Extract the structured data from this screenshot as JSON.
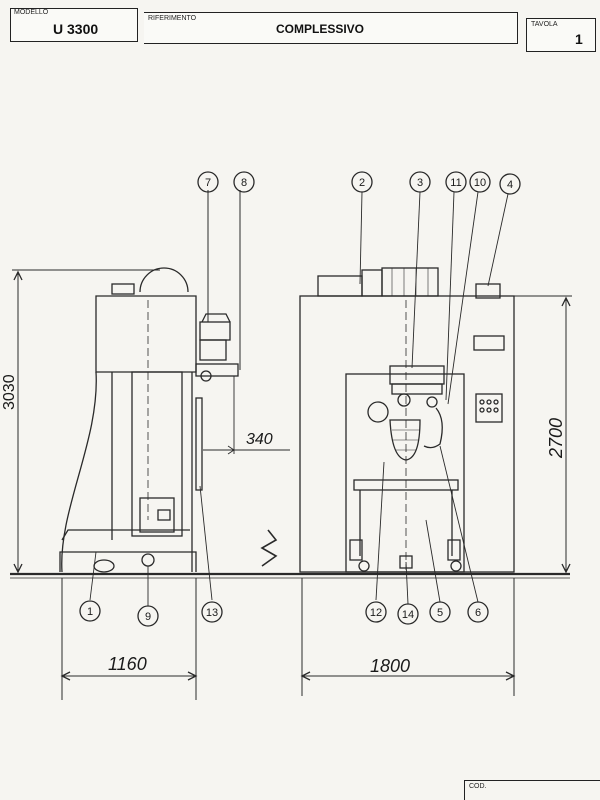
{
  "header": {
    "modello_label": "MODELLO",
    "modello_value": "U 3300",
    "riferimento_label": "RIFERIMENTO",
    "title": "COMPLESSIVO",
    "tavola_label": "TAVOLA",
    "tavola_value": "1"
  },
  "drawing": {
    "dim_height_left": "3030",
    "dim_height_right": "2700",
    "dim_offset": "340",
    "dim_width_left": "1160",
    "dim_width_right": "1800",
    "callouts": [
      "1",
      "2",
      "3",
      "4",
      "5",
      "6",
      "7",
      "8",
      "9",
      "10",
      "11",
      "12",
      "13",
      "14"
    ]
  },
  "footer": {
    "cod_label": "COD."
  }
}
